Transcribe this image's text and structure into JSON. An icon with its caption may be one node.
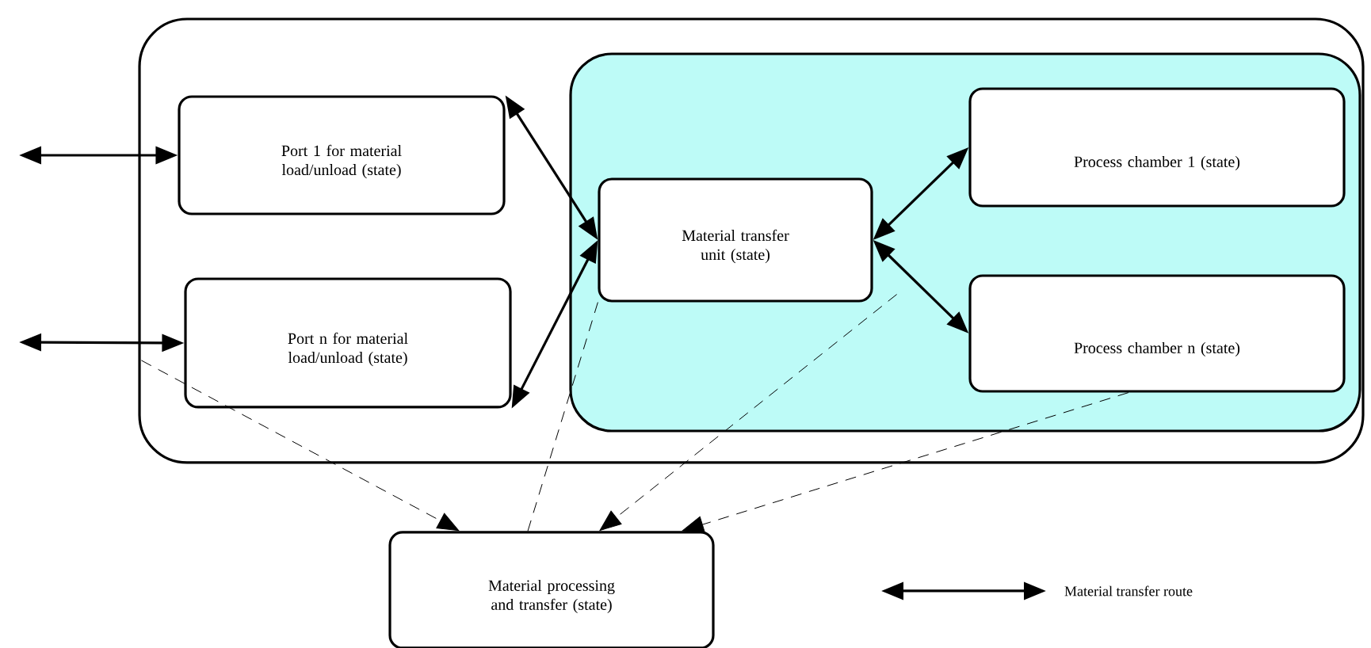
{
  "diagram": {
    "nodes": [
      {
        "text": [],
        "shape": "box"
      },
      {
        "text": [
          "Port 1 for material load/unload (state)"
        ],
        "in": 0
      },
      {
        "text": [
          "Port n for material load/unload (state)"
        ],
        "in": 0
      },
      {
        "text": [],
        "shape": "box",
        "in": 0
      },
      {
        "text": [
          "Material transfer unit (state)"
        ],
        "in": 3
      },
      {
        "text": [
          "Process chamber 1 (state)"
        ],
        "in": 3
      },
      {
        "text": [
          "Process chamber n (state)"
        ],
        "in": 3
      },
      {
        "text": [
          "Material processing and transfer (state)"
        ]
      }
    ],
    "edges": [
      {
        "from": null,
        "to": 1,
        "arrow": "both"
      },
      {
        "from": null,
        "to": 2,
        "arrow": "both"
      },
      {
        "from": 1,
        "to": 4,
        "arrow": "both"
      },
      {
        "from": 2,
        "to": 4,
        "arrow": "both"
      },
      {
        "from": 4,
        "to": 5,
        "arrow": "both"
      },
      {
        "from": 4,
        "to": 6,
        "arrow": "both"
      },
      {
        "from": 2,
        "to": 7,
        "arrow": "to",
        "style": "dashed"
      },
      {
        "from": 4,
        "to": 7,
        "arrow": "none",
        "style": "dashed"
      },
      {
        "from": 4,
        "to": 7,
        "arrow": "to",
        "style": "dashed"
      },
      {
        "from": 6,
        "to": 7,
        "arrow": "to",
        "style": "dashed"
      }
    ],
    "legend": [
      {
        "text": "Material transfer route"
      }
    ]
  }
}
